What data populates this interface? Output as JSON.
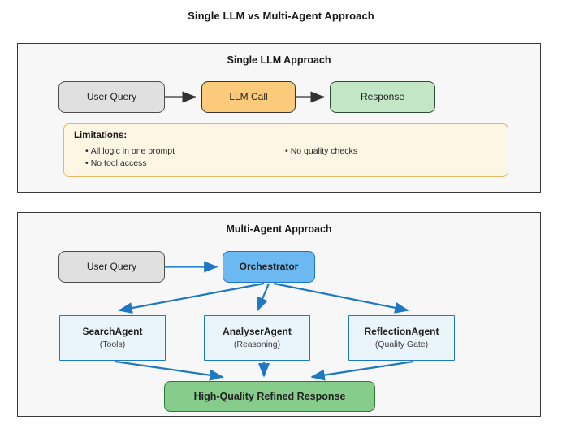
{
  "title": "Single LLM vs Multi-Agent Approach",
  "colors": {
    "panel_bg": "#f7f7f7",
    "panel_border": "#3a3a3a",
    "gray_node": "#e0e0e0",
    "orange_node": "#fbcb7b",
    "green_node": "#c3e6c6",
    "blue_node": "#6bb9f0",
    "blue_border": "#1f78c1",
    "agent_node": "#eaf4fb",
    "final_node": "#86cc8b",
    "limitations_bg": "#fdf6e4",
    "limitations_border": "#e8b960",
    "arrow_dark": "#333333",
    "arrow_blue": "#1f78c1"
  },
  "single_panel": {
    "title": "Single LLM Approach",
    "flow": {
      "user_query": "User Query",
      "llm_call": "LLM Call",
      "response": "Response"
    },
    "limitations": {
      "label": "Limitations:",
      "left_items": [
        "All logic in one prompt",
        "No tool access"
      ],
      "right_items": [
        "No quality checks"
      ],
      "bullet": "•"
    }
  },
  "multi_panel": {
    "title": "Multi-Agent Approach",
    "user_query": "User Query",
    "orchestrator": "Orchestrator",
    "agents": [
      {
        "name": "SearchAgent",
        "role": "(Tools)"
      },
      {
        "name": "AnalyserAgent",
        "role": "(Reasoning)"
      },
      {
        "name": "ReflectionAgent",
        "role": "(Quality Gate)"
      }
    ],
    "final_response": "High-Quality Refined Response"
  }
}
